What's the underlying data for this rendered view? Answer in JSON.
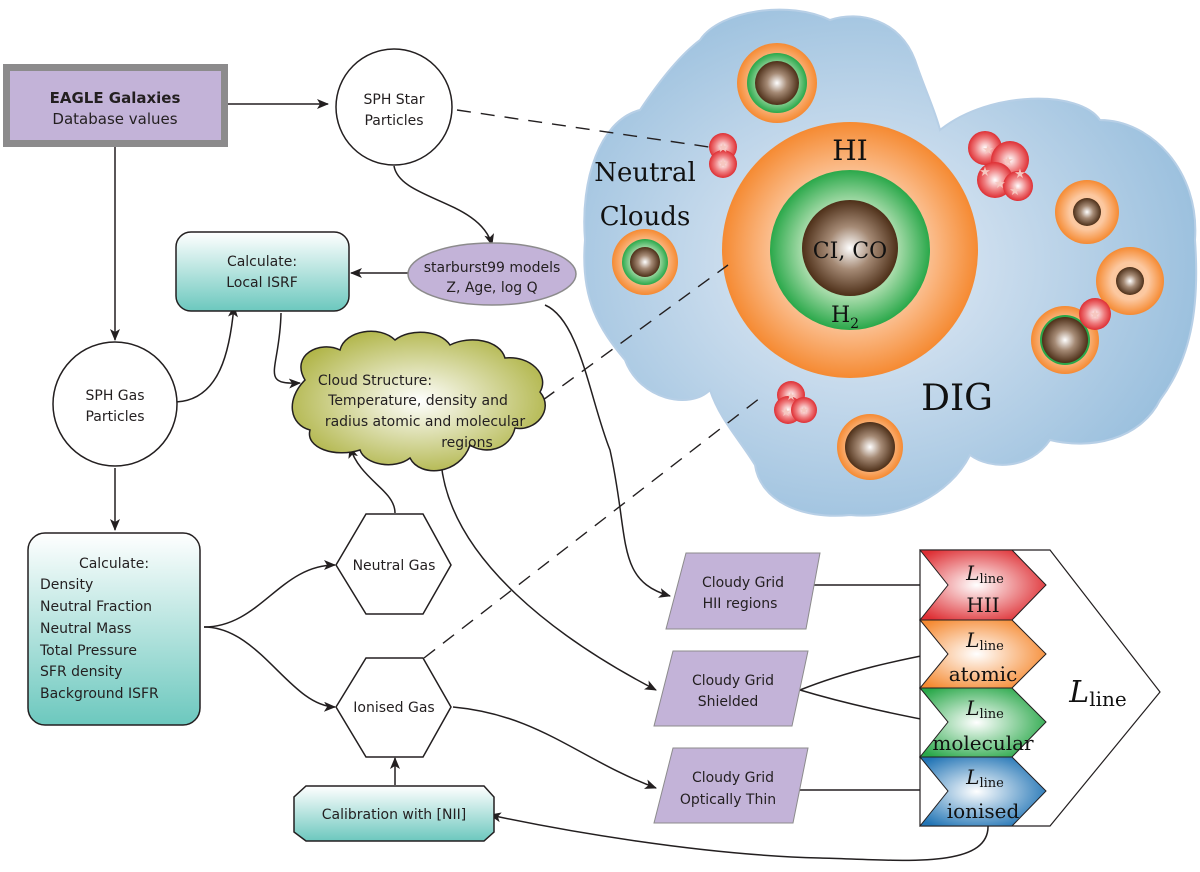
{
  "diagram": {
    "colors": {
      "purple": "#c3b3d8",
      "purple_border": "#8c8b8c",
      "teal_top": "#ffffff",
      "teal_bottom": "#6cc8be",
      "cloud_olive": "#b0b43c",
      "dig_blue": "#8fb9da",
      "hi_orange": "#f58a32",
      "h2_green": "#2aa84a",
      "core_brown": "#5a3a22",
      "hii_red": "#de2f34",
      "atomic_orange": "#f58a32",
      "molecular_green": "#2aa84a",
      "ionised_blue": "#2174b5"
    },
    "nodes": {
      "eagle": {
        "title": "EAGLE Galaxies",
        "subtitle": "Database values"
      },
      "sph_star": {
        "line1": "SPH Star",
        "line2": "Particles"
      },
      "sph_gas": {
        "line1": "SPH Gas",
        "line2": "Particles"
      },
      "starburst": {
        "line1": "starburst99 models",
        "line2": "Z, Age, log Q"
      },
      "local_isrf": {
        "line1": "Calculate:",
        "line2": "Local ISRF"
      },
      "cloud_structure": {
        "line1": "Cloud Structure:",
        "line2": "Temperature, density and",
        "line3": "radius atomic and molecular",
        "line4": "regions"
      },
      "calculate_gas": {
        "title": "Calculate:",
        "items": [
          "Density",
          "Neutral Fraction",
          "Neutral Mass",
          "Total Pressure",
          "SFR density",
          "Background ISFR"
        ]
      },
      "neutral_gas": {
        "label": "Neutral Gas"
      },
      "ionised_gas": {
        "label": "Ionised Gas"
      },
      "calibration": {
        "label": "Calibration with [NII]"
      },
      "cloudy_hii": {
        "line1": "Cloudy Grid",
        "line2": "HII regions"
      },
      "cloudy_shielded": {
        "line1": "Cloudy Grid",
        "line2": "Shielded"
      },
      "cloudy_thin": {
        "line1": "Cloudy Grid",
        "line2": "Optically Thin"
      }
    },
    "luminosity": {
      "symbol": "L",
      "subscript": "line",
      "components": [
        {
          "name": "HII"
        },
        {
          "name": "atomic"
        },
        {
          "name": "molecular"
        },
        {
          "name": "ionised"
        }
      ],
      "total": {
        "symbol": "L",
        "subscript": "line"
      }
    },
    "illustration": {
      "neutral_label_1": "Neutral",
      "neutral_label_2": "Clouds",
      "hi_label": "HI",
      "core_label": "CI, CO",
      "h2_label": "H",
      "h2_sub": "2",
      "dig_label": "DIG"
    }
  }
}
